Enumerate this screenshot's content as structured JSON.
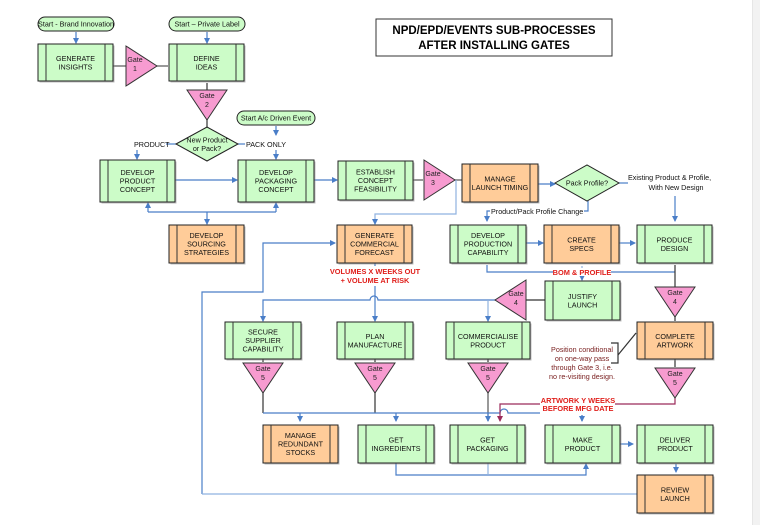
{
  "title": {
    "line1": "NPD/EPD/EVENTS SUB-PROCESSES",
    "line2": "AFTER INSTALLING GATES"
  },
  "colors": {
    "green_fill": "#ccfcc8",
    "orange_fill": "#ffcc99",
    "gate_fill": "#f79bd0",
    "connector": "#4a7ec8",
    "connector_light": "#8fb2e0",
    "artwork_line": "#9b2a5a",
    "red_label": "#e0201c"
  },
  "starts": {
    "brand": "Start - Brand Innovation",
    "private": "Start – Private Label",
    "event": "Start A/c Driven Event"
  },
  "gates": {
    "g1": [
      "Gate",
      "1"
    ],
    "g2": [
      "Gate",
      "2"
    ],
    "g3": [
      "Gate",
      "3"
    ],
    "g4a": [
      "Gate",
      "4"
    ],
    "g4b": [
      "Gate",
      "4"
    ],
    "g5a": [
      "Gate",
      "5"
    ],
    "g5b": [
      "Gate",
      "5"
    ],
    "g5c": [
      "Gate",
      "5"
    ],
    "g5d": [
      "Gate",
      "5"
    ]
  },
  "decisions": {
    "new_product": [
      "New Product",
      "or Pack?"
    ],
    "pack_profile": [
      "Pack Profile?"
    ]
  },
  "branch_labels": {
    "product": "PRODUCT",
    "pack_only": "PACK ONLY",
    "profile_change": "Product/Pack Profile Change",
    "existing_1": "Existing Product & Profile,",
    "existing_2": "With New Design"
  },
  "processes": {
    "generate_insights": [
      "GENERATE",
      "INSIGHTS"
    ],
    "define_ideas": [
      "DEFINE",
      "IDEAS"
    ],
    "develop_product_concept": [
      "DEVELOP",
      "PRODUCT",
      "CONCEPT"
    ],
    "develop_packaging_concept": [
      "DEVELOP",
      "PACKAGING",
      "CONCEPT"
    ],
    "establish_feasibility": [
      "ESTABLISH",
      "CONCEPT",
      "FEASIBILITY"
    ],
    "manage_launch_timing": [
      "MANAGE",
      "LAUNCH TIMING"
    ],
    "develop_sourcing": [
      "DEVELOP",
      "SOURCING",
      "STRATEGIES"
    ],
    "generate_forecast": [
      "GENERATE",
      "COMMERCIAL",
      "FORECAST"
    ],
    "develop_production": [
      "DEVELOP",
      "PRODUCTION",
      "CAPABILITY"
    ],
    "create_specs": [
      "CREATE",
      "SPECS"
    ],
    "produce_design": [
      "PRODUCE",
      "DESIGN"
    ],
    "justify_launch": [
      "JUSTIFY",
      "LAUNCH"
    ],
    "secure_supplier": [
      "SECURE",
      "SUPPLIER",
      "CAPABILITY"
    ],
    "plan_manufacture": [
      "PLAN",
      "MANUFACTURE"
    ],
    "commercialise_product": [
      "COMMERCIALISE",
      "PRODUCT"
    ],
    "complete_artwork": [
      "COMPLETE",
      "ARTWORK"
    ],
    "manage_redundant": [
      "MANAGE",
      "REDUNDANT",
      "STOCKS"
    ],
    "get_ingredients": [
      "GET",
      "INGREDIENTS"
    ],
    "get_packaging": [
      "GET",
      "PACKAGING"
    ],
    "make_product": [
      "MAKE",
      "PRODUCT"
    ],
    "deliver_product": [
      "DELIVER",
      "PRODUCT"
    ],
    "review_launch": [
      "REVIEW",
      "LAUNCH"
    ]
  },
  "annotations": {
    "volumes": [
      "VOLUMES X WEEKS OUT",
      "+ VOLUME AT RISK"
    ],
    "bom": "BOM & PROFILE",
    "artwork": [
      "ARTWORK Y WEEKS",
      "BEFORE MFG DATE"
    ],
    "note": [
      "Position conditional",
      "on one-way pass",
      "through Gate 3, i.e.",
      "no re-visiting design."
    ]
  }
}
